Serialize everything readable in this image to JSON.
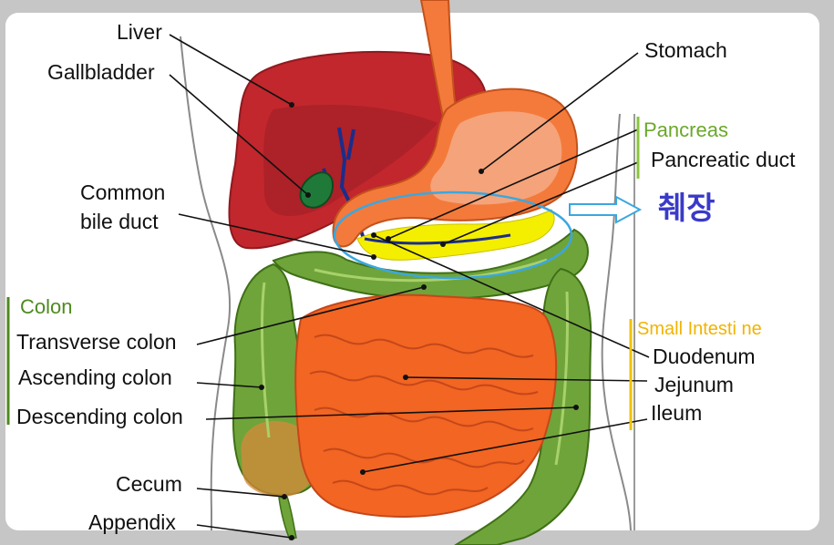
{
  "labels": {
    "liver": "Liver",
    "gallbladder": "Gallbladder",
    "common_bile_duct_line1": "Common",
    "common_bile_duct_line2": "bile duct",
    "stomach": "Stomach",
    "pancreas": "Pancreas",
    "pancreatic_duct": "Pancreatic duct",
    "korean_pancreas": "췌장",
    "colon": "Colon",
    "transverse_colon": "Transverse colon",
    "ascending_colon": "Ascending colon",
    "descending_colon": "Descending colon",
    "cecum": "Cecum",
    "appendix": "Appendix",
    "small_intestine": "Small Intesti ne",
    "duodenum": "Duodenum",
    "jejunum": "Jejunum",
    "ileum": "Ileum"
  },
  "colors": {
    "background": "#c6c6c6",
    "panel": "#ffffff",
    "liver": "#c1272d",
    "stomach": "#f47a3b",
    "colon": "#6fa43a",
    "small_intestine": "#f26522",
    "pancreas": "#f4ee00",
    "highlight_ellipse": "#3aa7e0",
    "korean_label": "#3a3ac8",
    "colon_group": "#4e8a1f",
    "small_intestine_group": "#f2b300"
  }
}
